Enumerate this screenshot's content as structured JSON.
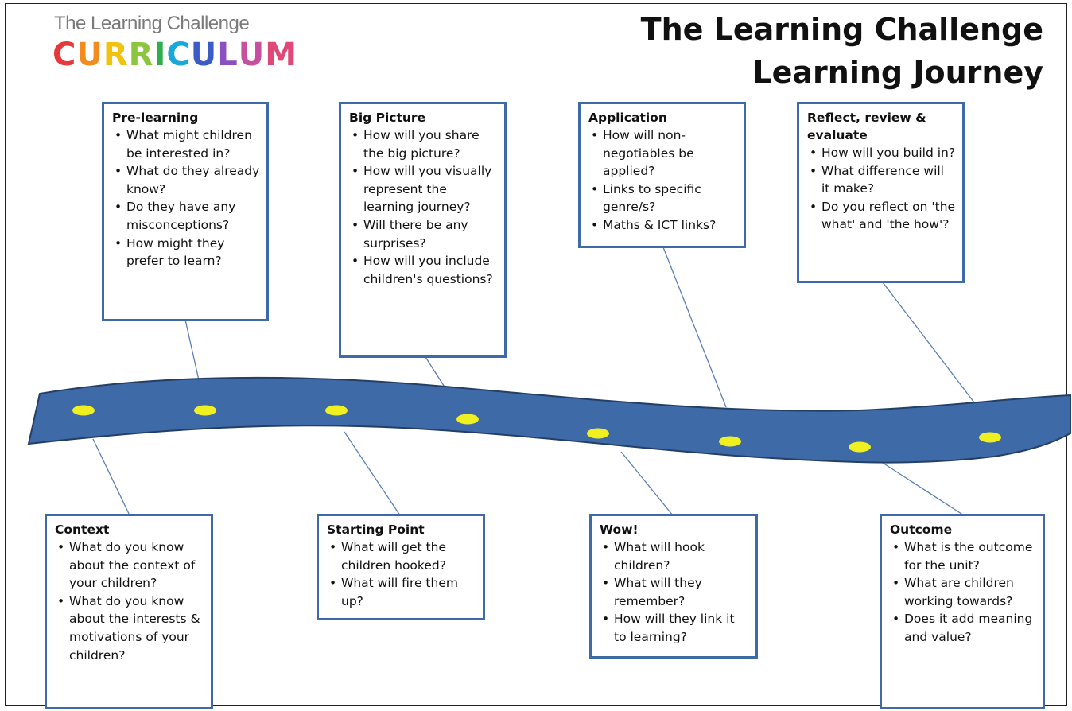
{
  "header": {
    "logo_line1": "The Learning Challenge",
    "logo_letters": [
      {
        "ch": "C",
        "color": "#e63a3a"
      },
      {
        "ch": "U",
        "color": "#f28c1e"
      },
      {
        "ch": "R",
        "color": "#f2c20f"
      },
      {
        "ch": "R",
        "color": "#8cc63f"
      },
      {
        "ch": "I",
        "color": "#2fae4e"
      },
      {
        "ch": "C",
        "color": "#19a8d8"
      },
      {
        "ch": "U",
        "color": "#3b5cc4"
      },
      {
        "ch": "L",
        "color": "#8a4fc0"
      },
      {
        "ch": "U",
        "color": "#c64f9f"
      },
      {
        "ch": "M",
        "color": "#e0487a"
      }
    ],
    "title_line1": "The Learning Challenge",
    "title_line2": "Learning Journey"
  },
  "colors": {
    "road": "#3f6aa8",
    "road_edge": "#243f66",
    "dot": "#f0f020",
    "box_border": "#3f6aa8"
  },
  "boxes": {
    "pre_learning": {
      "heading": "Pre-learning",
      "items": [
        "What might children be interested in?",
        "What do they already know?",
        "Do they have any misconceptions?",
        "How might they prefer to learn?"
      ]
    },
    "big_picture": {
      "heading": "Big Picture",
      "items": [
        "How will you share the big picture?",
        "How will you visually represent the learning journey?",
        "Will there be any surprises?",
        "How will you include children's questions?"
      ]
    },
    "application": {
      "heading": "Application",
      "items": [
        "How will non-negotiables be applied?",
        "Links to specific genre/s?",
        "Maths & ICT links?"
      ]
    },
    "reflect": {
      "heading": "Reflect, review & evaluate",
      "items": [
        "How will you build in?",
        "What difference will it make?",
        "Do you reflect on 'the what' and 'the how'?"
      ]
    },
    "context": {
      "heading": "Context",
      "items": [
        "What do you know about the context of your children?",
        "What do you know about the interests & motivations of your children?"
      ]
    },
    "starting_point": {
      "heading": "Starting Point",
      "items": [
        "What will get the children hooked?",
        "What will fire them up?"
      ]
    },
    "wow": {
      "heading": "Wow!",
      "items": [
        "What will hook children?",
        "What will they remember?",
        "How will they link it to learning?"
      ]
    },
    "outcome": {
      "heading": "Outcome",
      "items": [
        "What is the outcome for the unit?",
        "What are children working towards?",
        "Does it add meaning and value?"
      ]
    }
  }
}
